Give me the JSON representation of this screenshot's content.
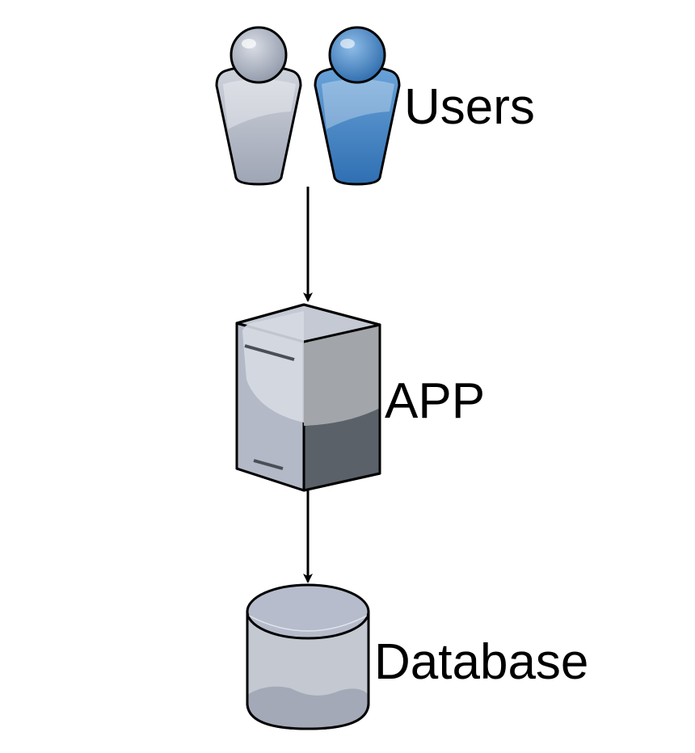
{
  "diagram": {
    "nodes": {
      "users": {
        "label": "Users",
        "icon": "users-icon"
      },
      "app": {
        "label": "APP",
        "icon": "server-icon"
      },
      "database": {
        "label": "Database",
        "icon": "database-icon"
      }
    },
    "edges": [
      {
        "from": "users",
        "to": "app"
      },
      {
        "from": "app",
        "to": "database"
      }
    ]
  },
  "colors": {
    "gray_user": "#a9b0c0",
    "blue_user": "#3e7fc1",
    "server_front": "#b3b9c6",
    "server_side": "#5b6168",
    "db_body": "#c3c8d1",
    "db_top": "#b6bccb",
    "stroke": "#000000"
  }
}
